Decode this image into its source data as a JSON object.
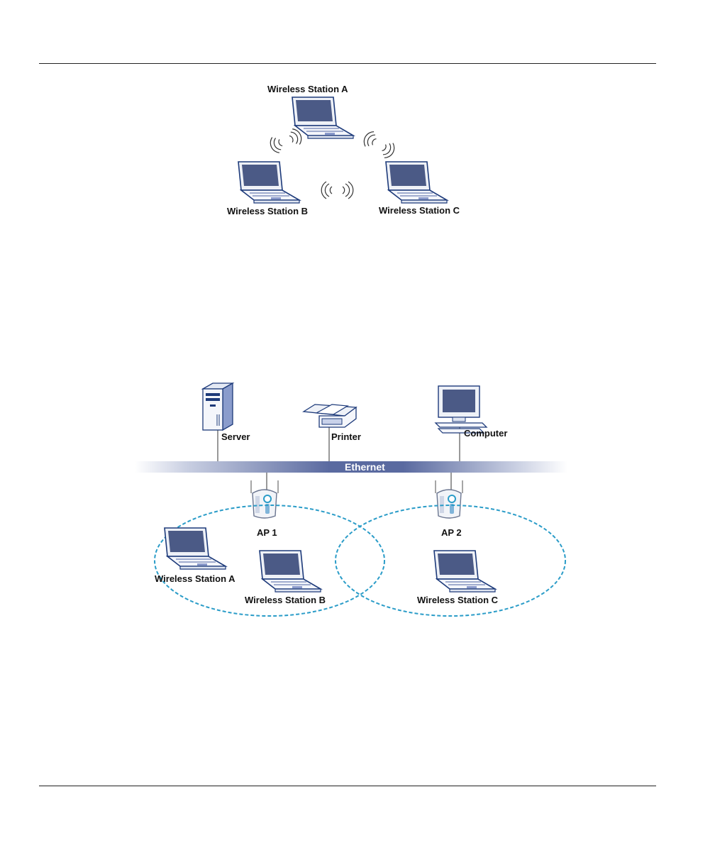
{
  "adhoc_diagram": {
    "stations": [
      {
        "label": "Wireless Station A"
      },
      {
        "label": "Wireless Station B"
      },
      {
        "label": "Wireless Station C"
      }
    ]
  },
  "infrastructure_diagram": {
    "backbone_label": "Ethernet",
    "wired_devices": [
      {
        "label": "Server"
      },
      {
        "label": "Printer"
      },
      {
        "label": "Computer"
      }
    ],
    "access_points": [
      {
        "label": "AP 1"
      },
      {
        "label": "AP 2"
      }
    ],
    "stations": [
      {
        "label": "Wireless Station A"
      },
      {
        "label": "Wireless Station B"
      },
      {
        "label": "Wireless Station C"
      }
    ]
  },
  "colors": {
    "laptop_body": "#eef1f7",
    "laptop_outline": "#1d3a7a",
    "screen": "#4b5a86",
    "ethernet_dark": "#5a6aa0",
    "coverage_dashed": "#2a9cc8"
  }
}
